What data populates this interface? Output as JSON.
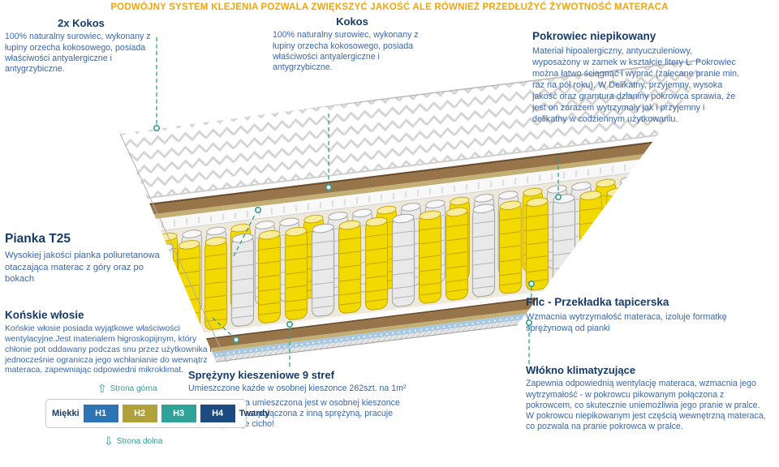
{
  "headline": "PODWÓJNY SYSTEM KLEJENIA POZWALA ZWIĘKSZYĆ JAKOŚĆ ALE RÓWNIEŻ PRZEDŁUŻYĆ ŻYWOTNOŚĆ MATERACA",
  "colors": {
    "headline": "#F2A50C",
    "heading": "#173A66",
    "body_text": "#3A67AD",
    "connector": "#2E9E8F",
    "spring_yellow": "#F2D900",
    "spring_white": "#E9E9E9",
    "kokos_brown": "#97744A"
  },
  "annotations": {
    "kokos2x": {
      "title": "2x Kokos",
      "text": "100% naturalny surowiec, wykonany z łupiny orzecha kokosowego, posiada właściwości antyalergiczne i antygrzybiczne."
    },
    "kokos": {
      "title": "Kokos",
      "text": "100% naturalny surowiec, wykonany z łupiny orzecha kokosowego, posiada właściwości antyalergiczne i antygrzybiczne."
    },
    "pokrowiec": {
      "title": "Pokrowiec niepikowany",
      "text": "Materiał hipoalergiczny, antyuczuleniowy, wyposażony w zamek w kształcie litery L. Pokrowiec można łatwo ściągnąć i wyprać (zalecane pranie min. raz na pół roku). W Delikatny, przyjemny, wysoka jakość oraz gramtura dzianiny pokrowca sprawia, że jest on zarazem wytrzymały jak i przyjemny i delikatny w codziennym użytkowaniu."
    },
    "pianka": {
      "title": "Pianka T25",
      "text": "Wysokiej jakości pianka poliuretanowa otaczająca materac z góry oraz po bokach"
    },
    "konskie": {
      "title": "Końskie włosie",
      "text": "Końskie włosie posiada wyjątkowe właściwości wentylacyjne.Jest materiałem higroskopijnym, który chłonie pot oddawany podczas snu przez użytkownika i jednocześnie ogranicza jego wchłanianie do wewnątrz materaca, zapewniając odpowiedni mikroklimat."
    },
    "sprezyny": {
      "title": "Sprężyny kieszeniowe 9 stref",
      "text1": "Umieszczone każde w osobnej kieszonce 262szt. na 1m²",
      "text2": "Każda sprężyna umieszczona jest w osobnej kieszonce materiału, nie jest połączona z inną sprężyną, pracuje osobno, pracuje cicho!"
    },
    "filc": {
      "title": "Filc - Przekładka tapicerska",
      "text": "Wzmacnia wytrzymałość materaca, izoluje formatkę sprężynową od pianki"
    },
    "wlokno": {
      "title": "Włókno klimatyzujące",
      "text": "Zapewnia odpowiednią wentylację materaca, wzmacnia jego wytrzymałość - w pokrowcu pikowanym połączona z pokrowcem, co skutecznie uniemożliwia jego pranie w pralce. W pokrowcu niepikowanym jest częścią wewnętrzną materaca, co pozwala na pranie pokrowca w pralce."
    }
  },
  "firmness_scale": {
    "top_note": "Strona górna",
    "bottom_note": "Strona dolna",
    "left_label": "Miękki",
    "right_label": "Twardy",
    "levels": [
      {
        "label": "H1",
        "color": "#2D74B5"
      },
      {
        "label": "H2",
        "color": "#B0A13A"
      },
      {
        "label": "H3",
        "color": "#2FA39A"
      },
      {
        "label": "H4",
        "color": "#1C4B82"
      }
    ],
    "icons": {
      "up_arrow": "⇧",
      "down_arrow": "⇩"
    }
  }
}
